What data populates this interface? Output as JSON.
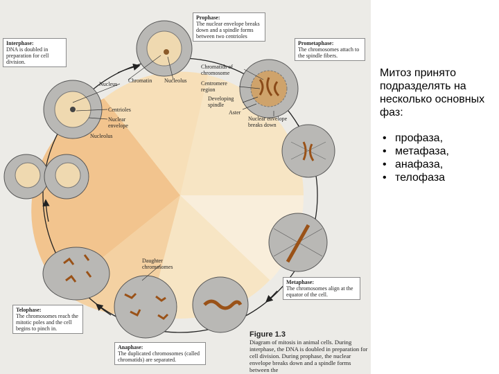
{
  "labels": {
    "interphase_title": "Interphase:",
    "interphase_desc": "DNA is doubled in preparation for cell division.",
    "prophase_title": "Prophase:",
    "prophase_desc": "The nuclear envelope breaks down and a spindle forms between two centrioles",
    "prometaphase_title": "Prometaphase:",
    "prometaphase_desc": "The chromosomes attach to the spindle fibers.",
    "metaphase_title": "Metaphase:",
    "metaphase_desc": "The chromosomes align at the equator of the cell.",
    "anaphase_title": "Anaphase:",
    "anaphase_desc": "The duplicated chromosomes (called chromatids) are separated.",
    "telophase_title": "Telophase:",
    "telophase_desc": "The chromosomes reach the mitotic poles and the cell begins to pinch in.",
    "nucleus": "Nucleus",
    "chromatin": "Chromatin",
    "nucleolus_top": "Nucleolus",
    "centrioles": "Centrioles",
    "nuclear_envelope": "Nuclear envelope",
    "nucleolus": "Nucleolus",
    "chromatids": "Chromatids of chromosome",
    "centromere": "Centromere region",
    "developing_spindle": "Developing spindle",
    "aster": "Aster",
    "envelope_breaks": "Nuclear envelope breaks down",
    "daughter": "Daughter chromosomes"
  },
  "caption": {
    "title": "Figure 1.3",
    "text": "Diagram of mitosis in animal cells. During interphase, the DNA is doubled in preparation for cell division. During prophase, the nuclear envelope breaks down and a spindle forms between the"
  },
  "side": {
    "intro": "Митоз принято подразделять на несколько основных фаз:",
    "phases": [
      "профаза,",
      "метафаза,",
      "анафаза,",
      "телофаза"
    ]
  },
  "colors": {
    "interphase_sector": "#f2c48e",
    "mitosis_sector": "#f7e5c4",
    "cell": "#b9b8b5",
    "nucleus": "#efd9b0",
    "chromosome": "#c0772a"
  }
}
